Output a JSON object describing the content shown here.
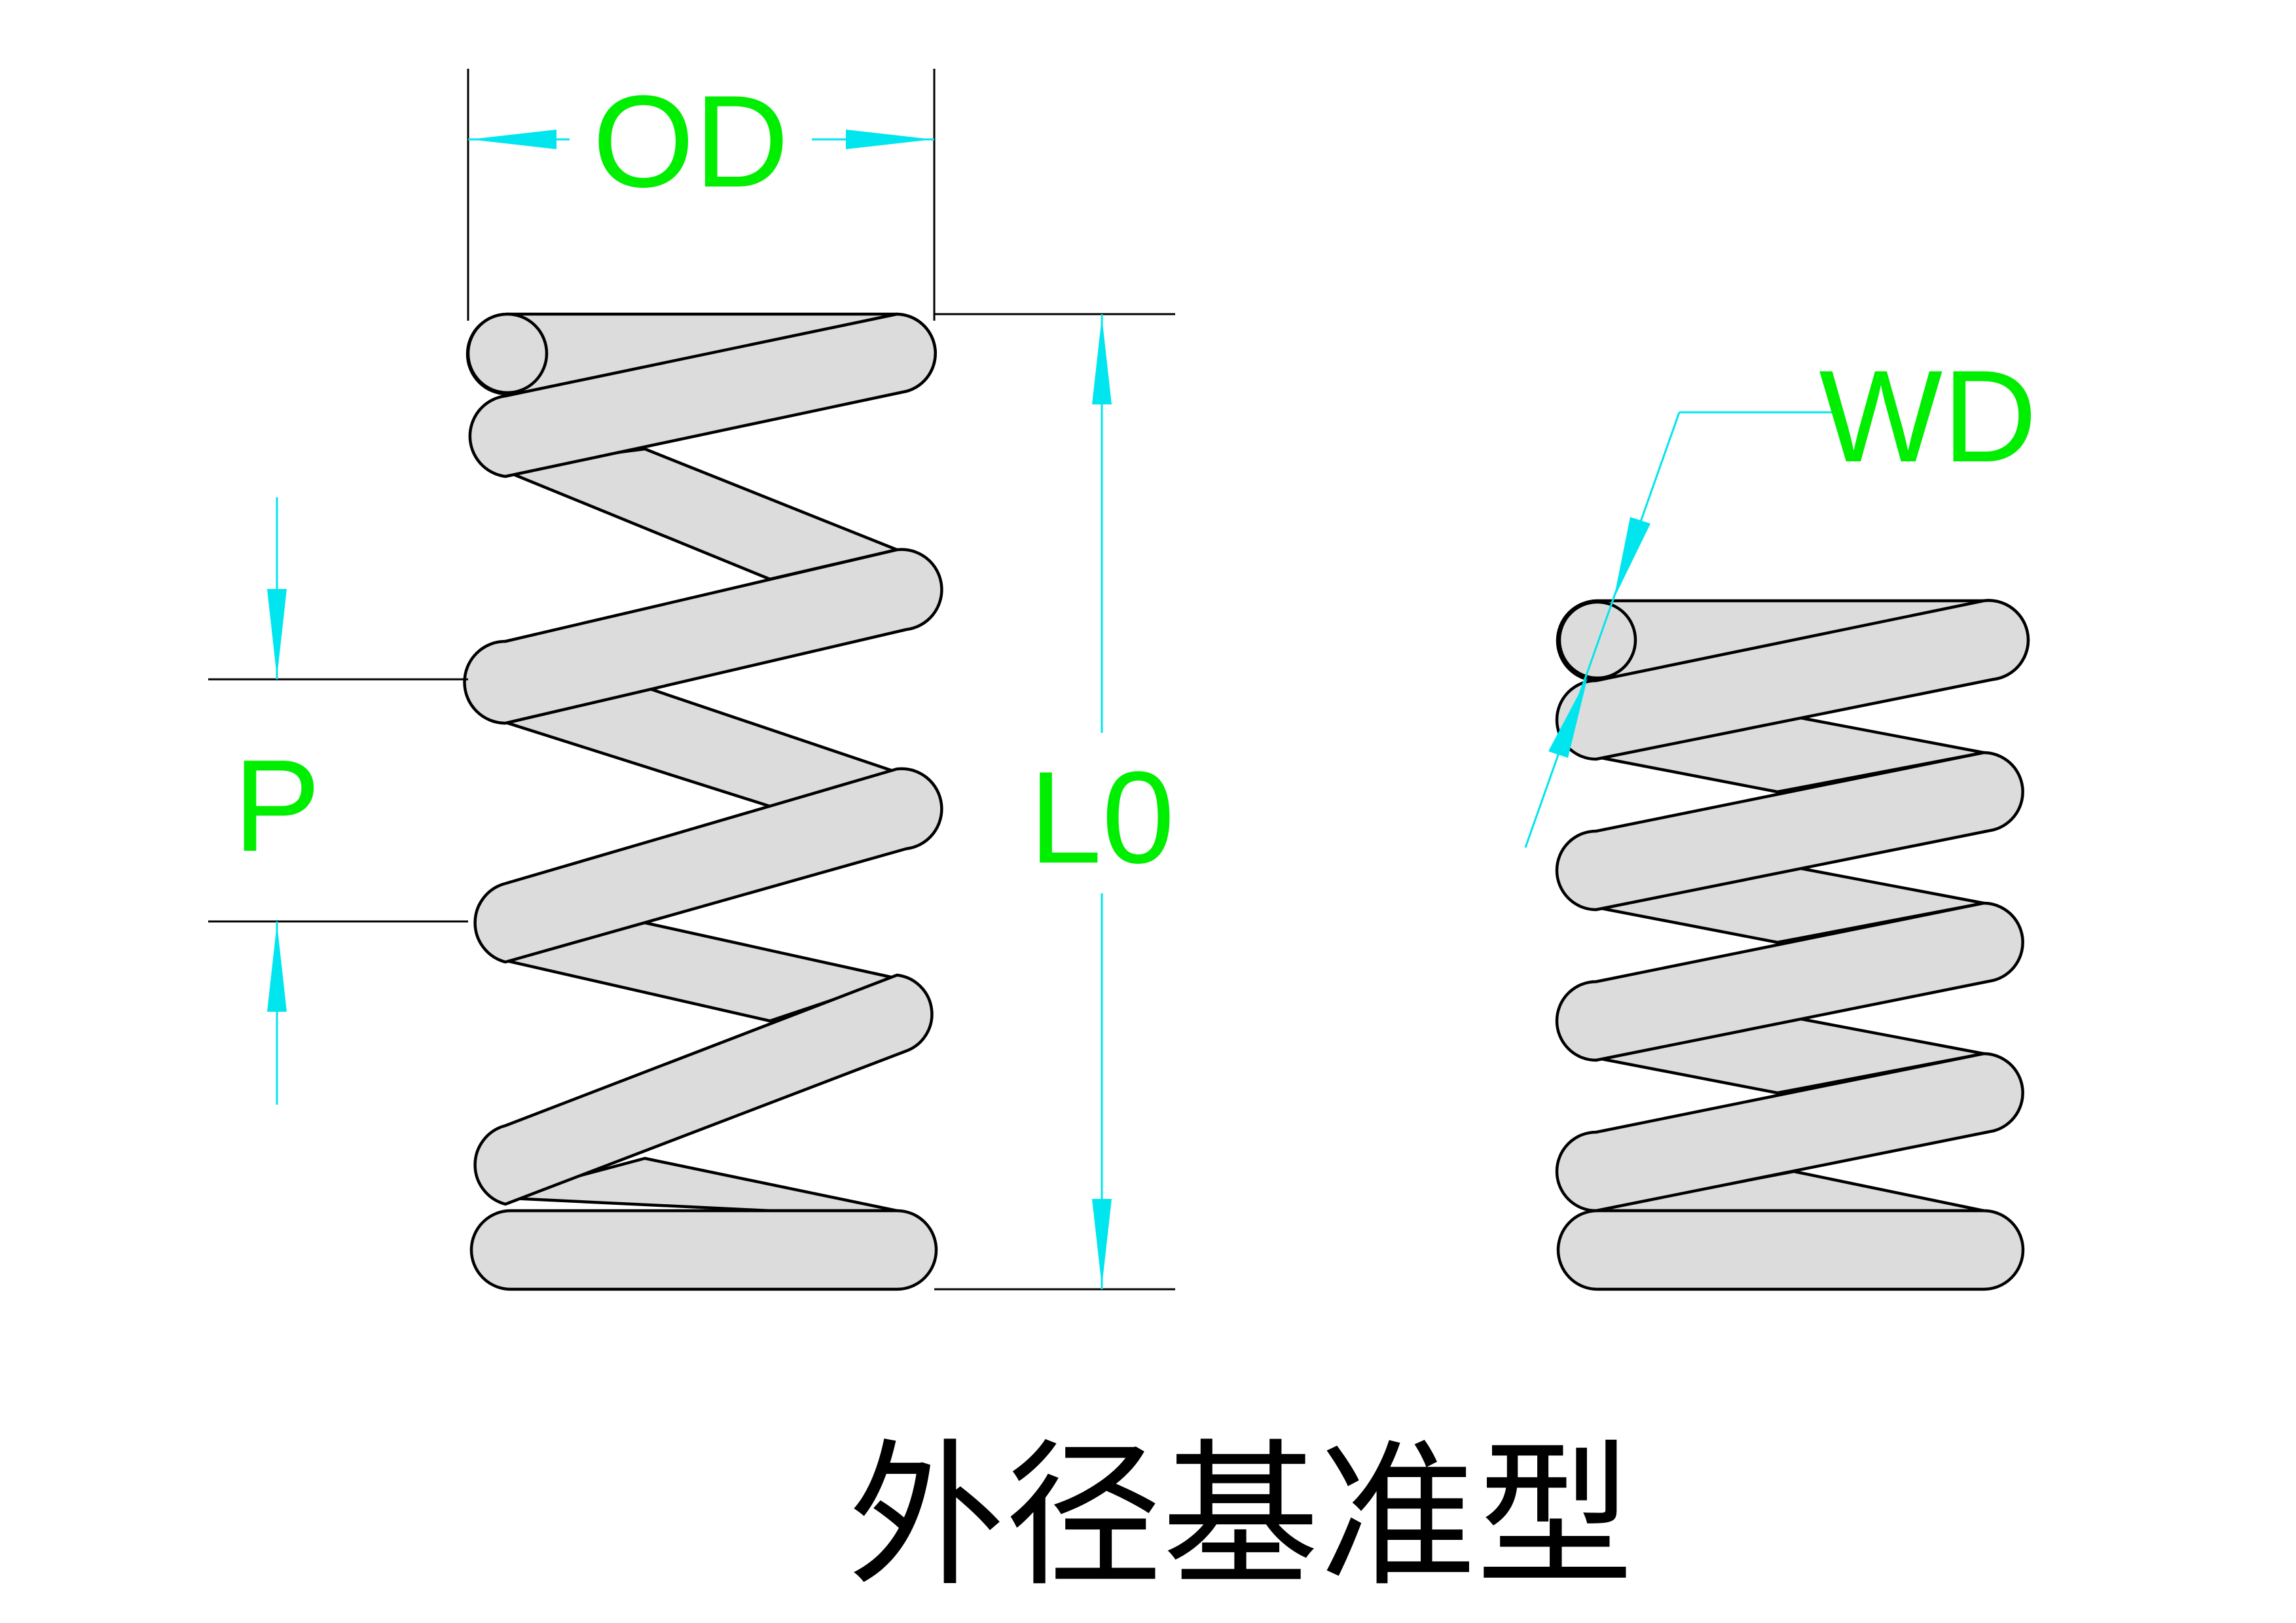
{
  "labels": {
    "outer_diameter": "OD",
    "free_length": "L0",
    "pitch": "P",
    "wire_diameter": "WD"
  },
  "caption": "外径基准型",
  "colors": {
    "dimension_text": "#00ee00",
    "dimension_line": "#00e5ee",
    "coil_fill": "#dcdcdc",
    "outline": "#000000",
    "caption_text": "#000000"
  },
  "springs": [
    {
      "name": "dimensioned-spring",
      "coils": 5
    },
    {
      "name": "compact-spring",
      "coils": 5
    }
  ]
}
